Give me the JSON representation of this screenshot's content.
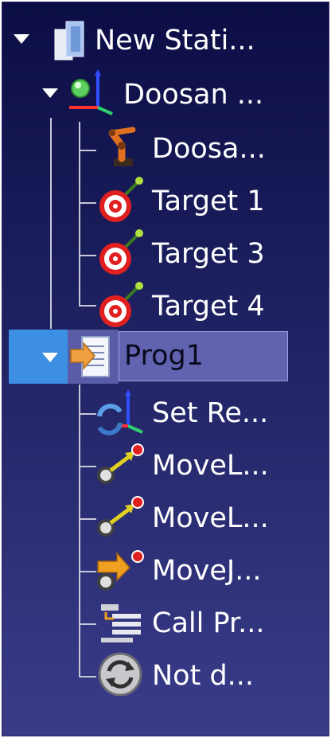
{
  "tree": {
    "station": {
      "label": "New Stati...",
      "icon": "station-icon"
    },
    "robot_frame": {
      "label": "Doosan ...",
      "icon": "robot-frame-icon"
    },
    "robot": {
      "label": "Doosa...",
      "icon": "robot-arm-icon"
    },
    "targets": [
      {
        "label": "Target 1",
        "icon": "target-icon"
      },
      {
        "label": "Target 3",
        "icon": "target-icon"
      },
      {
        "label": "Target 4",
        "icon": "target-icon"
      }
    ],
    "program": {
      "label": "Prog1",
      "icon": "program-icon",
      "selected": true
    },
    "instructions": [
      {
        "label": "Set Re...",
        "icon": "set-reference-icon"
      },
      {
        "label": "MoveL...",
        "icon": "move-linear-icon"
      },
      {
        "label": "MoveL...",
        "icon": "move-linear-icon"
      },
      {
        "label": "MoveJ...",
        "icon": "move-joint-icon"
      },
      {
        "label": "Call Pr...",
        "icon": "call-program-icon"
      },
      {
        "label": "Not d...",
        "icon": "not-defined-icon"
      }
    ]
  },
  "colors": {
    "background_top": "#0c0d45",
    "background_bottom": "#3a3c8a",
    "selection_band": "#3c8fe3",
    "selection_label_bg": "#6163b0"
  }
}
